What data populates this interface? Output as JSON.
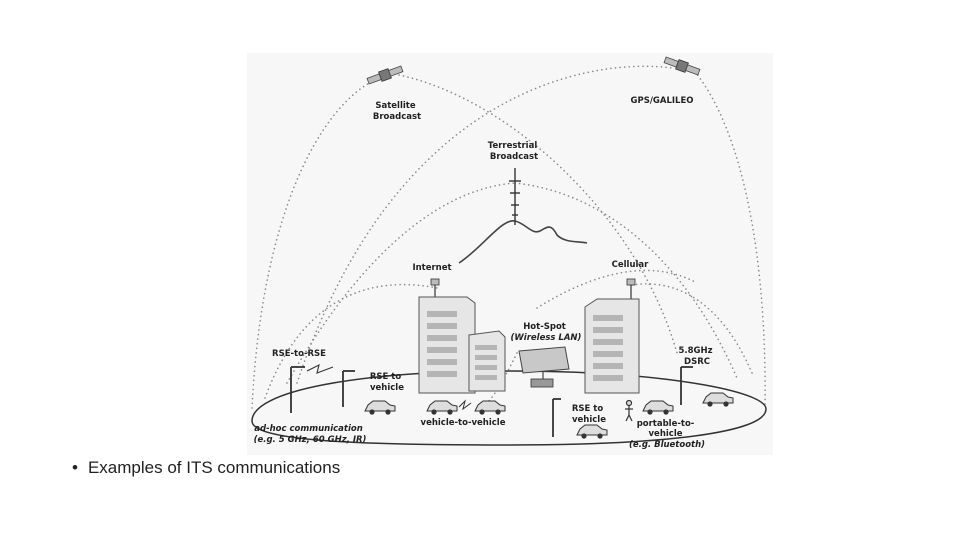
{
  "diagram": {
    "labels": {
      "satellite_broadcast": [
        "Satellite",
        "Broadcast"
      ],
      "gps_galileo": "GPS/GALILEO",
      "terrestrial_broadcast": [
        "Terrestrial",
        "Broadcast"
      ],
      "internet": "Internet",
      "cellular": "Cellular",
      "hot_spot": [
        "Hot-Spot",
        "(Wireless LAN)"
      ],
      "rse_to_rse": "RSE-to-RSE",
      "rse_to_vehicle_left": [
        "RSE to",
        "vehicle"
      ],
      "dsrc": [
        "5.8GHz",
        "DSRC"
      ],
      "adhoc": [
        "ad-hoc communication",
        "(e.g. 5 GHz, 60 GHz, IR)"
      ],
      "vehicle_to_vehicle": "vehicle-to-vehicle",
      "rse_to_vehicle_right": [
        "RSE to",
        "vehicle"
      ],
      "portable_to_vehicle": [
        "portable-to-",
        "vehicle",
        "(e.g. Bluetooth)"
      ]
    }
  },
  "caption": {
    "bullet": "•",
    "text": "Examples of ITS communications"
  }
}
